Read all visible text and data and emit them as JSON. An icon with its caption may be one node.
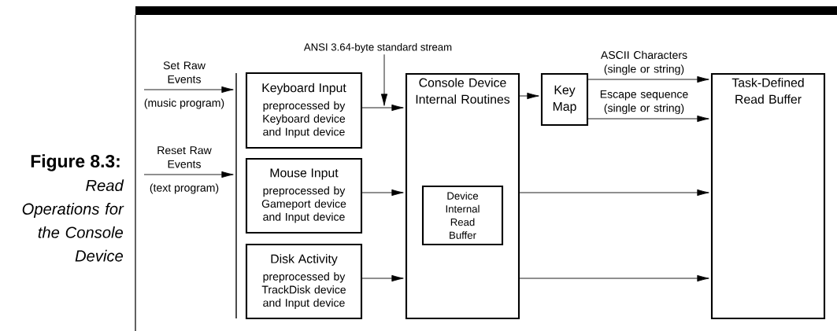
{
  "diagram": {
    "title": "Figure 8.3:",
    "caption": "Read Operations for the Console Device",
    "nodes": [
      {
        "text": [
          "Keyboard Input",
          "preprocessed by Keyboard device and Input device"
        ]
      },
      {
        "text": [
          "Mouse Input",
          "preprocessed by Gameport device and Input device"
        ]
      },
      {
        "text": [
          "Disk Activity",
          "preprocessed by TrackDisk device and Input device"
        ]
      },
      {
        "text": [
          "Console Device Internal Routines"
        ]
      },
      {
        "text": [
          "Device Internal Read Buffer"
        ],
        "in": 3
      },
      {
        "text": [
          "Key Map"
        ]
      },
      {
        "text": [
          "Task-Defined Read Buffer"
        ]
      },
      {
        "text": [],
        "shape": "bar"
      },
      {
        "text": [
          "ANSI 3.64-byte standard stream"
        ]
      }
    ],
    "edges": [
      {
        "from": null,
        "to": 7,
        "arrow": "to",
        "label": "Set Raw Events"
      },
      {
        "from": null,
        "to": 7,
        "arrow": "to",
        "label": "Reset Raw Events"
      },
      {
        "from": 0,
        "to": 3,
        "arrow": "to"
      },
      {
        "from": 1,
        "to": 3,
        "arrow": "to"
      },
      {
        "from": 2,
        "to": 3,
        "arrow": "to"
      },
      {
        "from": 8,
        "to": null,
        "arrow": "to"
      },
      {
        "from": 3,
        "to": 5,
        "arrow": "to"
      },
      {
        "from": 5,
        "to": 6,
        "arrow": "to",
        "label": "ASCII Characters (single or string)"
      },
      {
        "from": 5,
        "to": 6,
        "arrow": "to",
        "label": "Escape sequence (single or string)"
      },
      {
        "from": 3,
        "to": 6,
        "arrow": "to"
      },
      {
        "from": 3,
        "to": 6,
        "arrow": "to"
      }
    ],
    "labels": [
      "(music program)",
      "(text program)"
    ]
  }
}
